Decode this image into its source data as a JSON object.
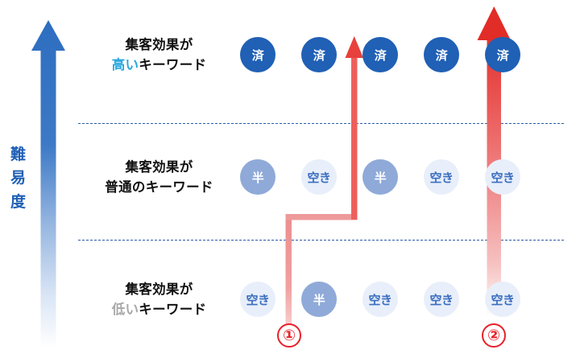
{
  "diagram": {
    "title_axis": "難易度",
    "axis": {
      "label_chars": [
        "難",
        "易",
        "度"
      ],
      "name": "difficulty-axis",
      "direction": "up",
      "color": "#2060B5",
      "meaning_high": "up",
      "gradient_from": "#2E6EC0",
      "gradient_to": "#ffffff"
    },
    "rows": [
      {
        "id": "high",
        "label_line1": "集客効果が",
        "label_line2_accent": "高い",
        "label_line2_rest": "キーワード",
        "accent_color": "#2AA8E0",
        "cells": [
          "済",
          "済",
          "済",
          "済",
          "済"
        ],
        "cell_states": [
          "done",
          "done",
          "done",
          "done",
          "done"
        ]
      },
      {
        "id": "normal",
        "label_line1": "集客効果が",
        "label_line2_accent": "普通の",
        "label_line2_rest": "キーワード",
        "accent_color": "#111111",
        "cells": [
          "半",
          "空き",
          "半",
          "空き",
          "空き"
        ],
        "cell_states": [
          "half",
          "empty",
          "half",
          "empty",
          "empty"
        ]
      },
      {
        "id": "low",
        "label_line1": "集客効果が",
        "label_line2_accent": "低い",
        "label_line2_rest": "キーワード",
        "accent_color": "#A8A8A8",
        "cells": [
          "空き",
          "半",
          "空き",
          "空き",
          "空き"
        ],
        "cell_states": [
          "empty",
          "half",
          "empty",
          "empty",
          "empty"
        ]
      }
    ],
    "legend_states": {
      "done": "済",
      "half": "半",
      "empty": "空き"
    },
    "steps": [
      {
        "id": "step-1",
        "label": "①",
        "color": "#E8202A",
        "path": "elbow"
      },
      {
        "id": "step-2",
        "label": "②",
        "color": "#E8202A",
        "path": "straight"
      }
    ],
    "colors": {
      "done_fill": "#2060B5",
      "half_fill": "#8FAAD8",
      "empty_fill": "#E8EFFA",
      "empty_text": "#3D6FC0",
      "divider": "#2B5BA8",
      "red": "#E8202A"
    }
  }
}
